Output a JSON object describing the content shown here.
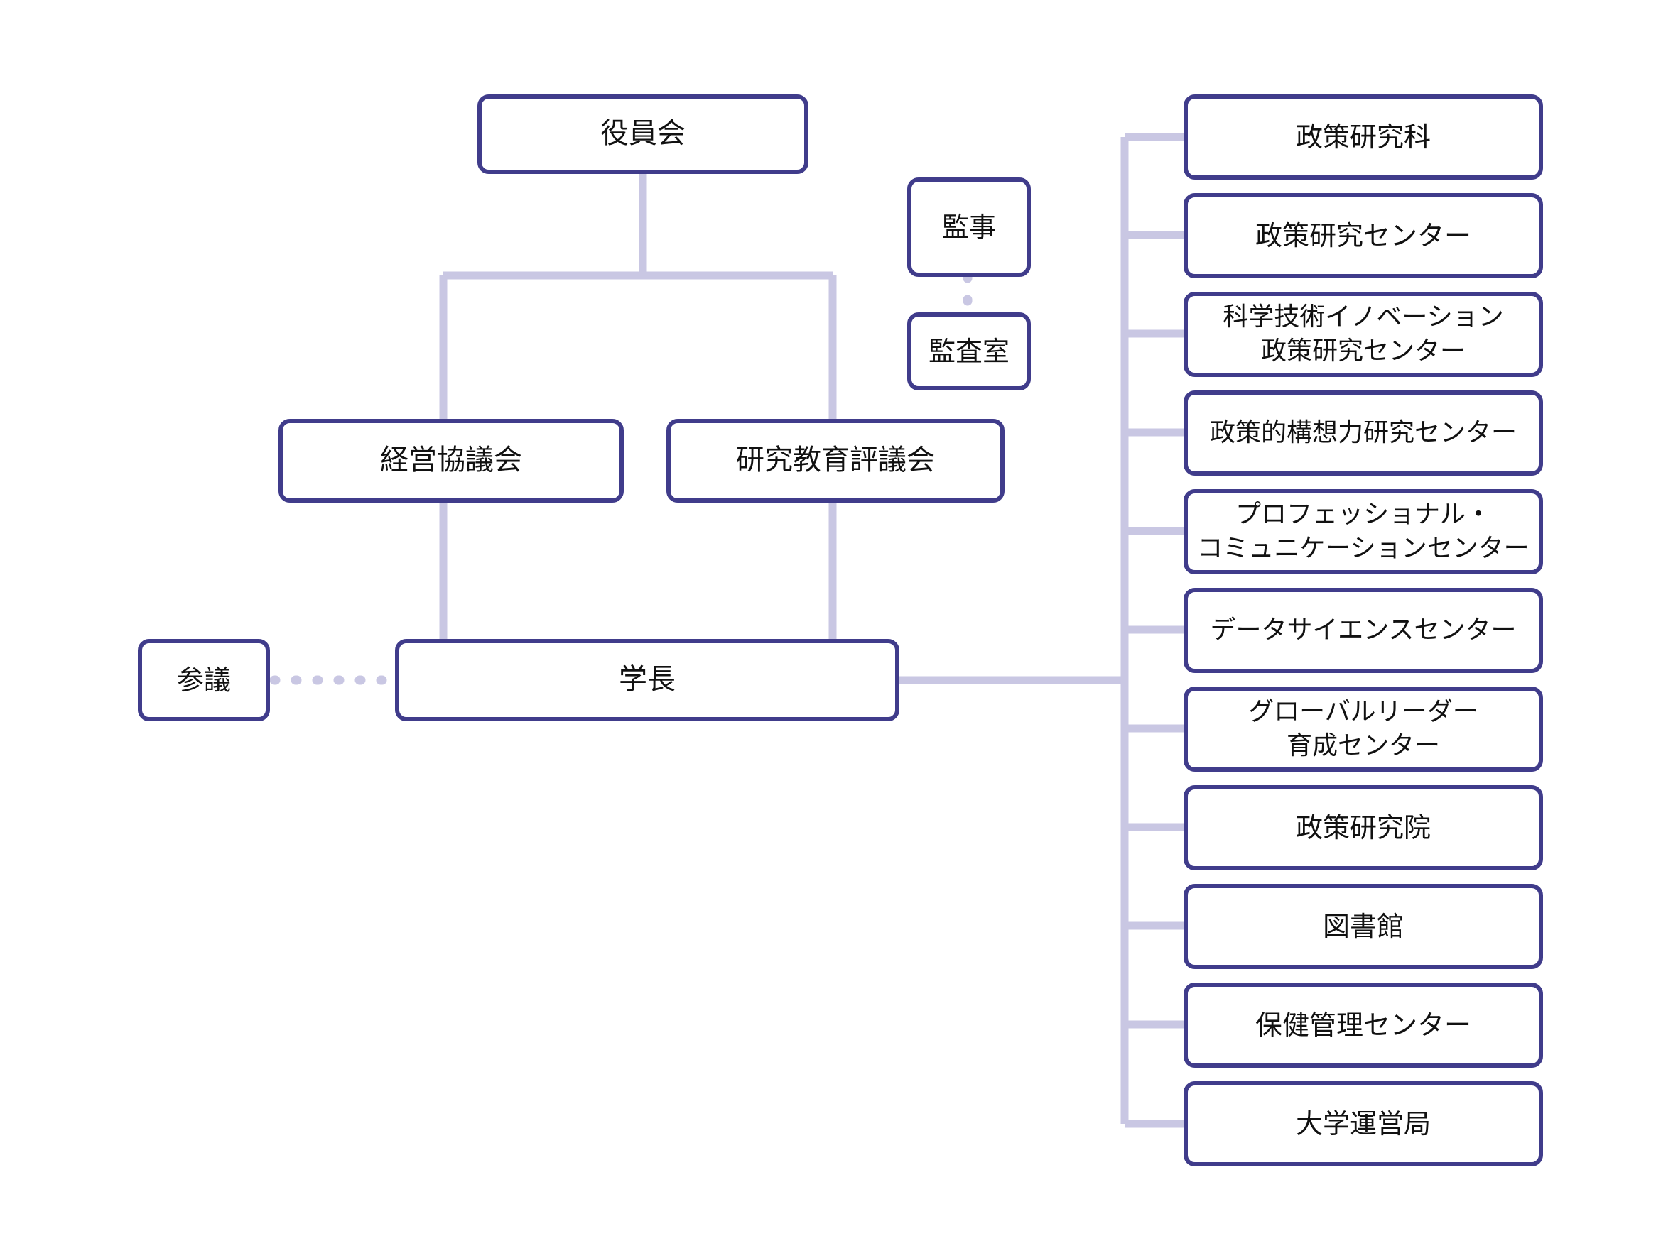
{
  "diagram": {
    "title": "University Organization Chart",
    "colors": {
      "node_border": "#403c8b",
      "node_fill": "#ffffff",
      "connector": "#c9c7e3",
      "text": "#111111",
      "background": "#ffffff"
    },
    "governance": {
      "board_label": "役員会",
      "management_council_label": "経営協議会",
      "education_research_council_label": "研究教育評議会",
      "president_label": "学長",
      "advisor_label": "参議",
      "auditor_label": "監事",
      "audit_office_label": "監査室"
    },
    "units": [
      {
        "id": "policy-graduate-school",
        "label": "政策研究科",
        "lines": 1
      },
      {
        "id": "policy-research-center",
        "label": "政策研究センター",
        "lines": 1
      },
      {
        "id": "sti-policy-research-center",
        "label": "科学技術イノベーション\n政策研究センター",
        "lines": 2
      },
      {
        "id": "policy-conception-research-center",
        "label": "政策的構想力研究センター",
        "lines": 1
      },
      {
        "id": "professional-communication-center",
        "label": "プロフェッショナル・\nコミュニケーションセンター",
        "lines": 2
      },
      {
        "id": "data-science-center",
        "label": "データサイエンスセンター",
        "lines": 1
      },
      {
        "id": "global-leader-center",
        "label": "グローバルリーダー\n育成センター",
        "lines": 2
      },
      {
        "id": "policy-research-institute",
        "label": "政策研究院",
        "lines": 1
      },
      {
        "id": "library",
        "label": "図書館",
        "lines": 1
      },
      {
        "id": "health-care-center",
        "label": "保健管理センター",
        "lines": 1
      },
      {
        "id": "university-administration-bureau",
        "label": "大学運営局",
        "lines": 1
      }
    ]
  }
}
